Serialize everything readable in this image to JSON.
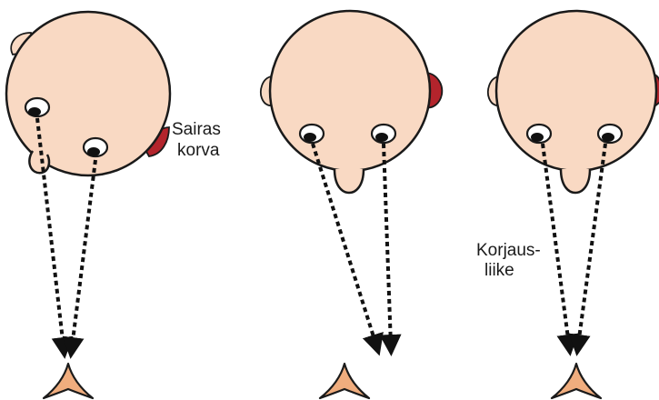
{
  "labels": {
    "sick_ear": [
      "Sairas",
      "korva"
    ],
    "correction": [
      "Korjaus-",
      "liike"
    ]
  },
  "colors": {
    "skin": "#f9d9c3",
    "sick_ear": "#b3242c",
    "target": "#f0ad7e",
    "outline": "#1a1a1a"
  },
  "panels": [
    {
      "name": "head-tilted",
      "sick_ear": "right"
    },
    {
      "name": "head-straight-gaze-off-target",
      "sick_ear": "right"
    },
    {
      "name": "head-straight-after-correction",
      "sick_ear": "right"
    }
  ]
}
